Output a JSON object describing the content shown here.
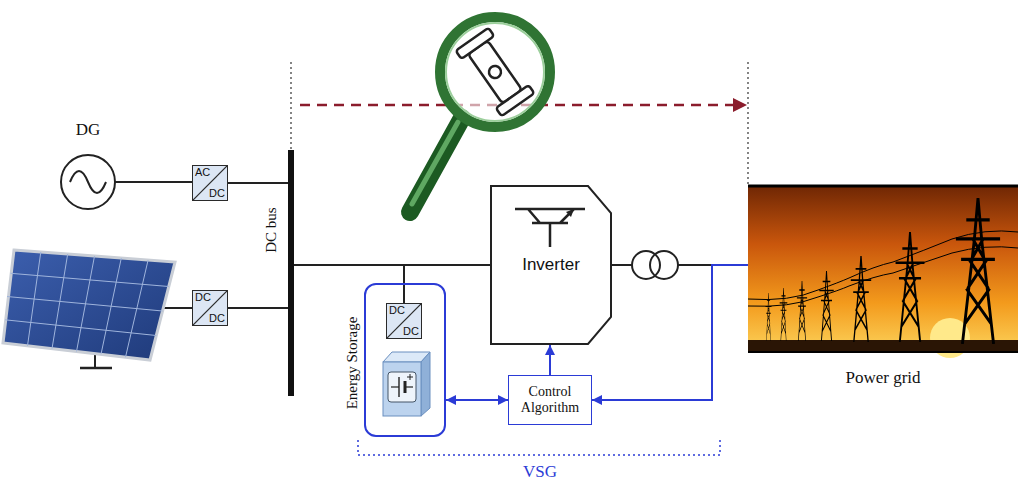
{
  "diagram": {
    "nodes": [
      {
        "text": [
          "DG"
        ]
      },
      {
        "text": [
          "AC",
          "DC"
        ]
      },
      {
        "text": [
          "DC bus"
        ]
      },
      {
        "text": [
          "DC",
          "DC"
        ]
      },
      {
        "text": [
          "Energy Storage"
        ]
      },
      {
        "text": [
          "DC",
          "DC"
        ],
        "in": 4
      },
      {
        "text": [
          "Inverter"
        ]
      },
      {
        "text": [
          "Control Algorithm"
        ]
      },
      {
        "text": [
          "Power grid"
        ]
      }
    ],
    "edges": [
      {
        "from": 0,
        "to": 1,
        "arrow": "none"
      },
      {
        "from": 1,
        "to": 2,
        "arrow": "none"
      },
      {
        "from": 3,
        "to": 2,
        "arrow": "none"
      },
      {
        "from": 2,
        "to": 6,
        "arrow": "none"
      },
      {
        "from": 2,
        "to": 5,
        "arrow": "none"
      },
      {
        "from": 6,
        "to": 8,
        "arrow": "none"
      },
      {
        "from": 7,
        "to": 4,
        "arrow": "both"
      },
      {
        "from": 7,
        "to": 6,
        "arrow": "to"
      },
      {
        "from": 8,
        "to": 7,
        "arrow": "to"
      }
    ],
    "labels": [
      "VSG"
    ]
  }
}
